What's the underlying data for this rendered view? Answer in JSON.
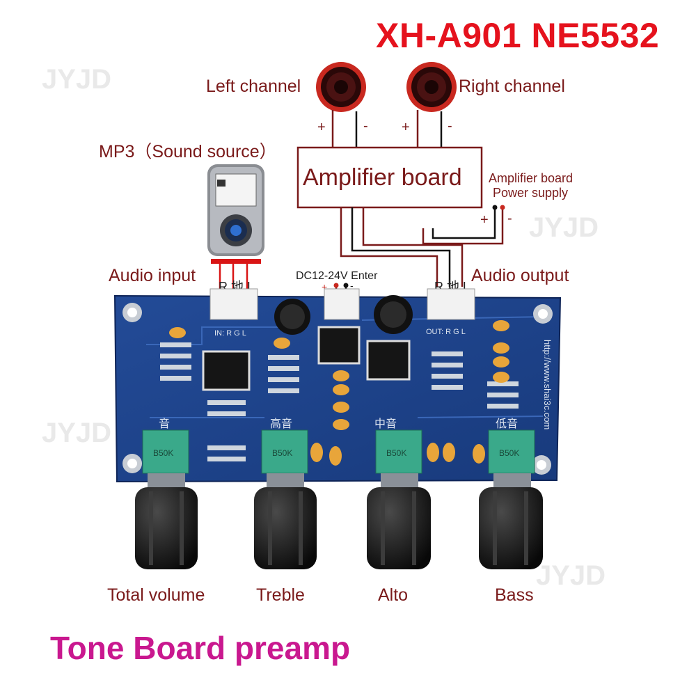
{
  "title": "XH-A901 NE5532",
  "footer": "Tone Board preamp",
  "watermark": "JYJD",
  "speakers": {
    "left": "Left channel",
    "right": "Right channel",
    "plus": "+",
    "minus": "-"
  },
  "source": {
    "label": "MP3（Sound source）"
  },
  "amplifier": {
    "label": "Amplifier board",
    "power_line1": "Amplifier board",
    "power_line2": "Power supply"
  },
  "io": {
    "audio_input": "Audio input",
    "audio_output": "Audio output",
    "dc_power": "DC12-24V Enter",
    "pins": "R 地 L"
  },
  "board": {
    "url_text": "http://www.shai3c.com",
    "silk_in": "IN: R  G  L",
    "silk_out": "OUT: R  G  L",
    "silk_volume": "音",
    "silk_treble": "高音",
    "silk_mid": "中音",
    "silk_bass": "低音",
    "pot_code": "B50K"
  },
  "knobs": [
    "Total volume",
    "Treble",
    "Alto",
    "Bass"
  ],
  "colors": {
    "title": "#e5121d",
    "wire": "#7a1a1a",
    "footer": "#c9188f",
    "pcb": "#1d3f86"
  }
}
